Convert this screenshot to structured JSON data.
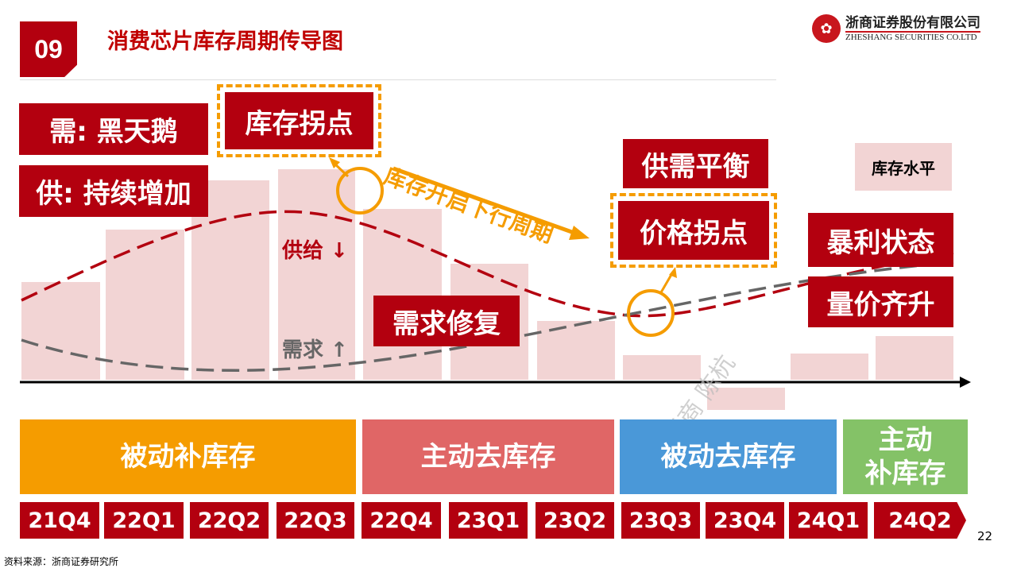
{
  "header": {
    "section_number": "09",
    "title": "消费芯片库存周期传导图",
    "logo_cn": "浙商证券股份有限公司",
    "logo_en": "ZHESHANG SECURITIES CO.LTD"
  },
  "labels": {
    "demand": "需: 黑天鹅",
    "supply": "供: 持续增加",
    "inventory_turn": "库存拐点",
    "downtrend": "库存开启下行周期",
    "balance": "供需平衡",
    "price_turn": "价格拐点",
    "inventory_level": "库存水平",
    "profit": "暴利状态",
    "volume_price": "量价齐升",
    "supply_curve": "供给 ↓",
    "demand_curve": "需求 ↑",
    "demand_recovery": "需求修复"
  },
  "phases": [
    {
      "label": "被动补库存",
      "color": "#f59c00"
    },
    {
      "label": "主动去库存",
      "color": "#e06666"
    },
    {
      "label": "被动去库存",
      "color": "#4a98d8"
    },
    {
      "label": "主动\n补库存",
      "color": "#84c267"
    }
  ],
  "quarters": [
    "21Q4",
    "22Q1",
    "22Q2",
    "22Q3",
    "22Q4",
    "23Q1",
    "23Q2",
    "23Q3",
    "23Q4",
    "24Q1",
    "24Q2"
  ],
  "inventory_levels_relative": [
    123,
    189,
    251,
    265,
    215,
    146,
    74,
    31,
    -30,
    33,
    55
  ],
  "colors": {
    "brand_red": "#b3000f",
    "bar": "#f2d4d4",
    "supply_line": "#b3000f",
    "demand_line": "#666666",
    "highlight": "#f59c00"
  },
  "watermark": "浙商 陈杭",
  "footer": {
    "source": "资料来源：浙商证券研究所",
    "page": "22"
  }
}
